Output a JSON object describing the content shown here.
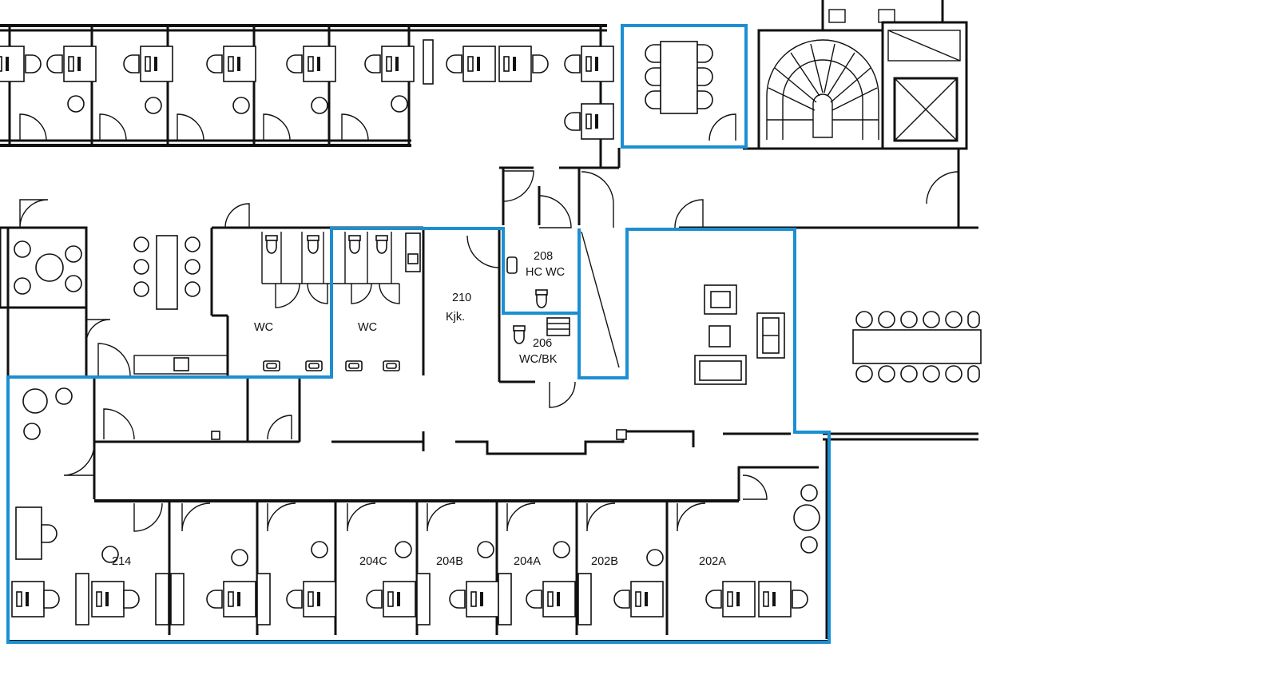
{
  "colors": {
    "highlight": "#1b8fd2",
    "line": "#111111",
    "background": "#ffffff"
  },
  "rooms": [
    {
      "id": "wc-left",
      "label": "WC"
    },
    {
      "id": "wc-mid",
      "label": "WC"
    },
    {
      "id": "kitchen",
      "label": "210",
      "sub": "Kjk."
    },
    {
      "id": "hc-wc",
      "label": "208",
      "sub": "HC WC"
    },
    {
      "id": "wc-bk",
      "label": "206",
      "sub": "WC/BK"
    },
    {
      "id": "office-214",
      "label": "214"
    },
    {
      "id": "office-204c",
      "label": "204C"
    },
    {
      "id": "office-204b",
      "label": "204B"
    },
    {
      "id": "office-204a",
      "label": "204A"
    },
    {
      "id": "office-202b",
      "label": "202B"
    },
    {
      "id": "office-202a",
      "label": "202A"
    }
  ]
}
